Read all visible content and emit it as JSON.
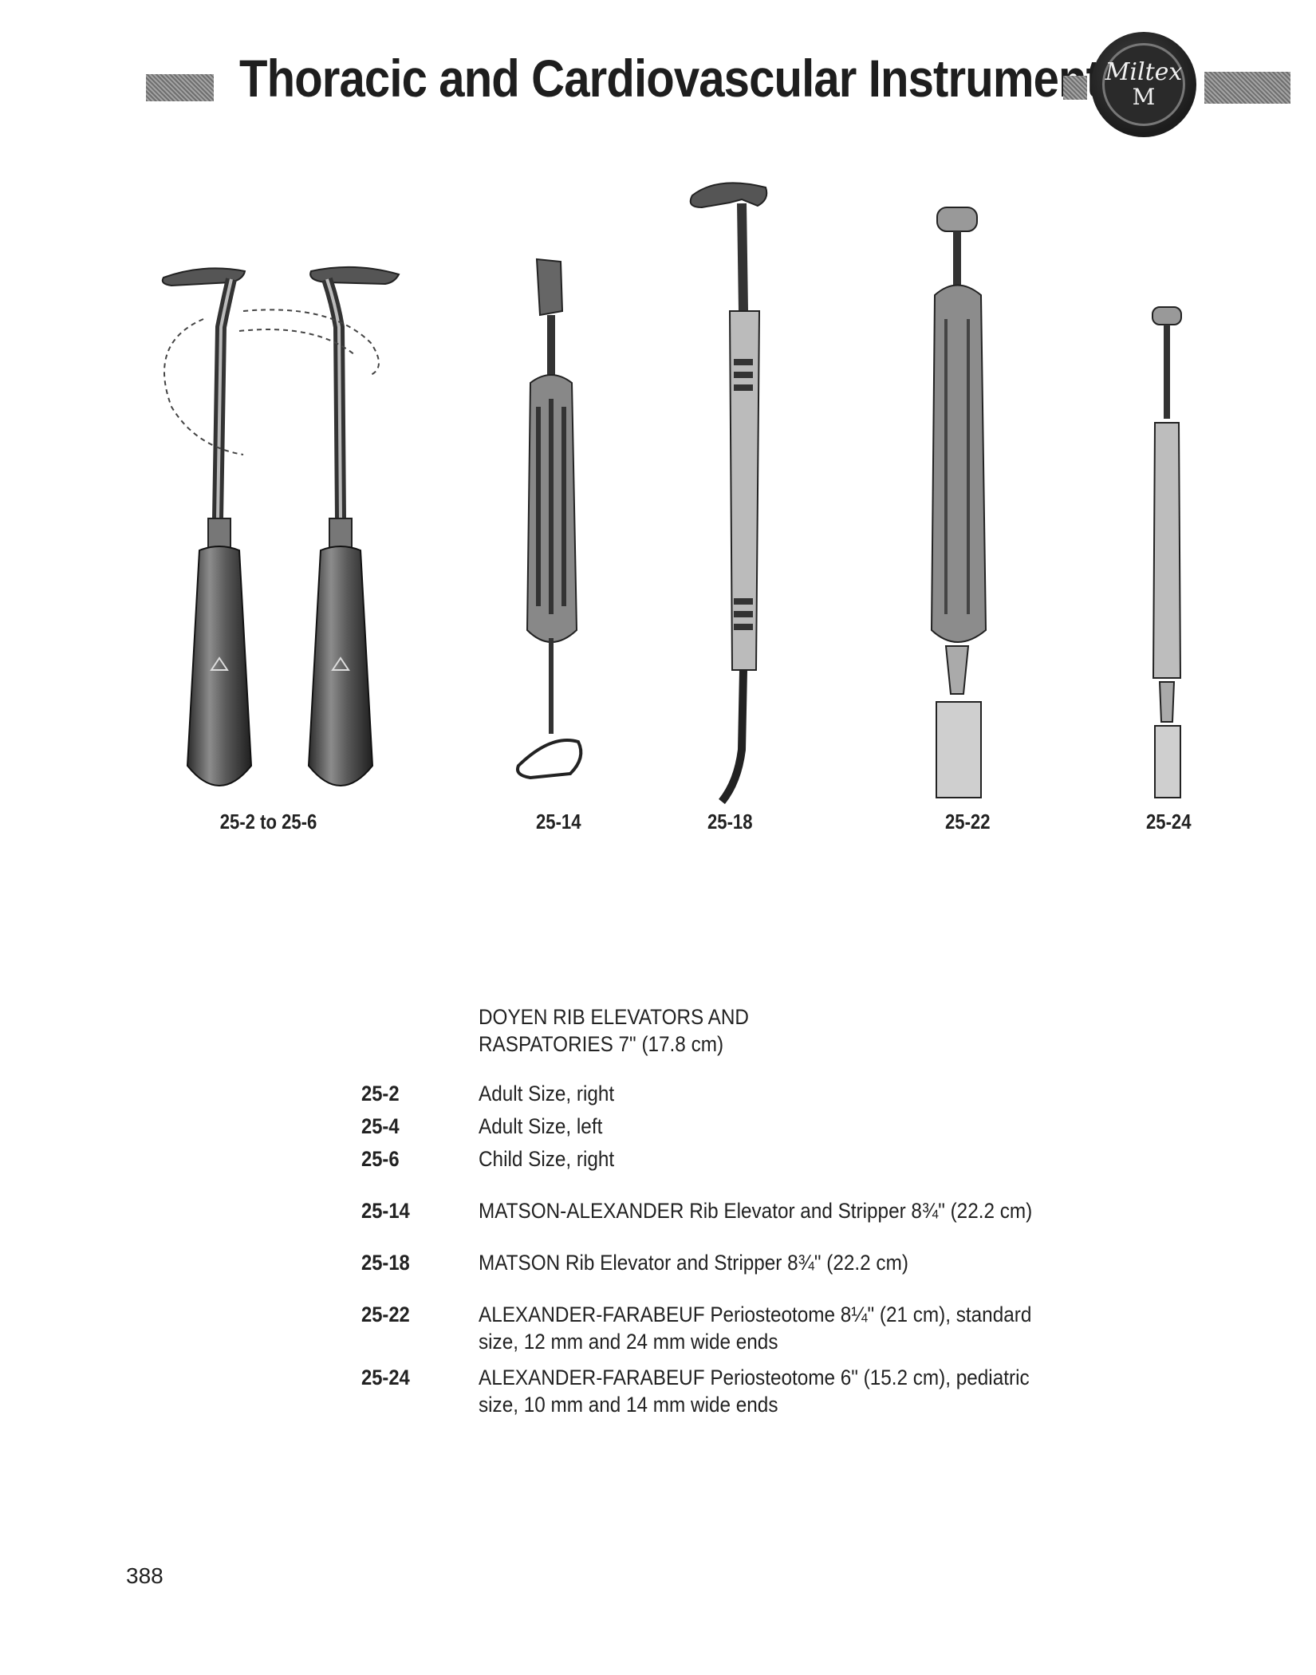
{
  "header": {
    "title": "Thoracic and Cardiovascular Instruments",
    "logo": {
      "script": "Miltex",
      "monogram": "M"
    }
  },
  "figures": [
    {
      "label": "25-2 to 25-6"
    },
    {
      "label": "25-14"
    },
    {
      "label": "25-18"
    },
    {
      "label": "25-22"
    },
    {
      "label": "25-24"
    }
  ],
  "listing": {
    "group_heading_line1": "DOYEN RIB ELEVATORS AND",
    "group_heading_line2": "RASPATORIES 7\" (17.8 cm)",
    "items": [
      {
        "code": "25-2",
        "line1": "Adult Size, right",
        "line2": ""
      },
      {
        "code": "25-4",
        "line1": "Adult Size, left",
        "line2": ""
      },
      {
        "code": "25-6",
        "line1": "Child Size, right",
        "line2": ""
      },
      {
        "code": "25-14",
        "line1": "MATSON-ALEXANDER Rib Elevator and Stripper 8¾\" (22.2 cm)",
        "line2": ""
      },
      {
        "code": "25-18",
        "line1": "MATSON Rib Elevator and Stripper 8¾\" (22.2 cm)",
        "line2": ""
      },
      {
        "code": "25-22",
        "line1": "ALEXANDER-FARABEUF Periosteotome 8¼\" (21 cm), standard",
        "line2": "size, 12 mm and 24 mm wide ends"
      },
      {
        "code": "25-24",
        "line1": "ALEXANDER-FARABEUF Periosteotome 6\" (15.2 cm), pediatric",
        "line2": "size, 10 mm and 14 mm wide ends"
      }
    ]
  },
  "page_number": "388",
  "colors": {
    "ink": "#1a1a1a",
    "header_block": "#8a8a8a",
    "logo_bg": "#1c1c1c"
  }
}
